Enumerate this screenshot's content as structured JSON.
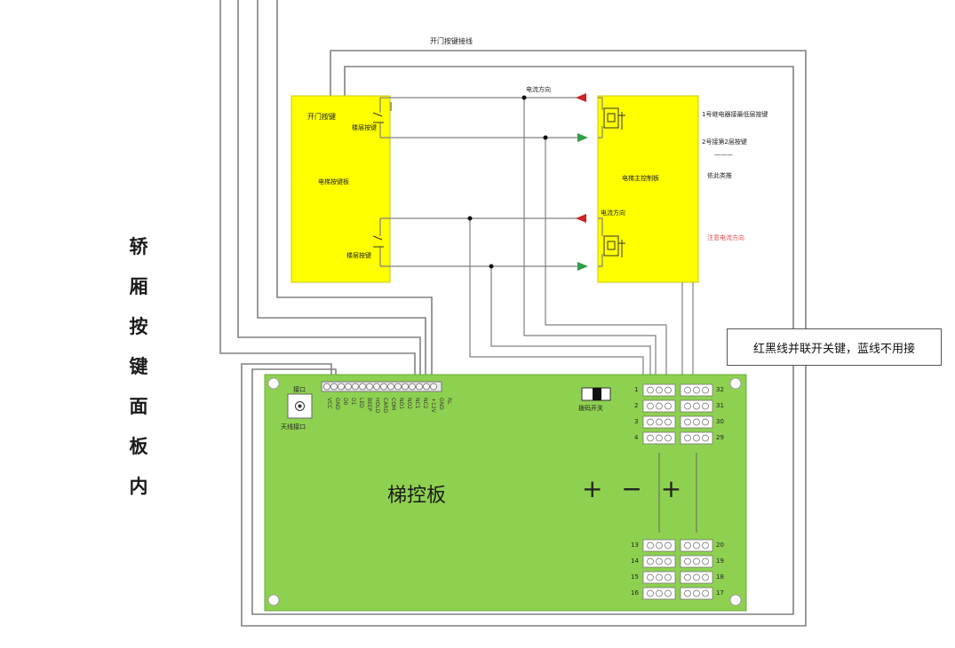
{
  "side_title_chars": [
    "轿",
    "厢",
    "按",
    "键",
    "面",
    "板",
    "内"
  ],
  "top_wire_label": "开门按键接线",
  "current_dir_label": "电流方向",
  "current_dir_label_2": "电流方向",
  "open_door_key": "开门按键",
  "floor_key_1": "楼层按键",
  "floor_key_2": "楼层按键",
  "panel_label": "电梯按键板",
  "car_panel_label": "电梯主控制板",
  "ann_floor1": "1号继电器接最低层按键",
  "ann_floor2": "2号接第2层按键",
  "ann_dash": "———",
  "ann_so_on": "依此类推",
  "ann_current": "注意电流方向",
  "note_text": "红黑线并联开关键，蓝线不用接",
  "board_title": "梯控板",
  "board_plus_minus": "+ − +",
  "jumper_label": "拨码开关",
  "antenna_id": "接口",
  "antenna_label": "天线接口",
  "pin_labels": [
    "VCC",
    "GND",
    "D0",
    "D1",
    "LED",
    "BEEP",
    "HOLD",
    "CARD",
    "COM",
    "NO1",
    "NO2",
    "NC1",
    "NC2",
    "+12V",
    "GND",
    "RL"
  ],
  "relay_numbers_left_top": [
    "1",
    "2",
    "3",
    "4"
  ],
  "relay_numbers_right_top": [
    "32",
    "31",
    "30",
    "29"
  ],
  "relay_numbers_left_bottom": [
    "13",
    "14",
    "15",
    "16"
  ],
  "relay_numbers_right_bottom": [
    "20",
    "19",
    "18",
    "17"
  ],
  "colors": {
    "yellow_panel": "#ffff00",
    "green_board": "#8ed150",
    "wire": "#808080",
    "arrow_red": "#cc2222",
    "arrow_green": "#2f9e4a",
    "annotation_red": "#e05050"
  }
}
